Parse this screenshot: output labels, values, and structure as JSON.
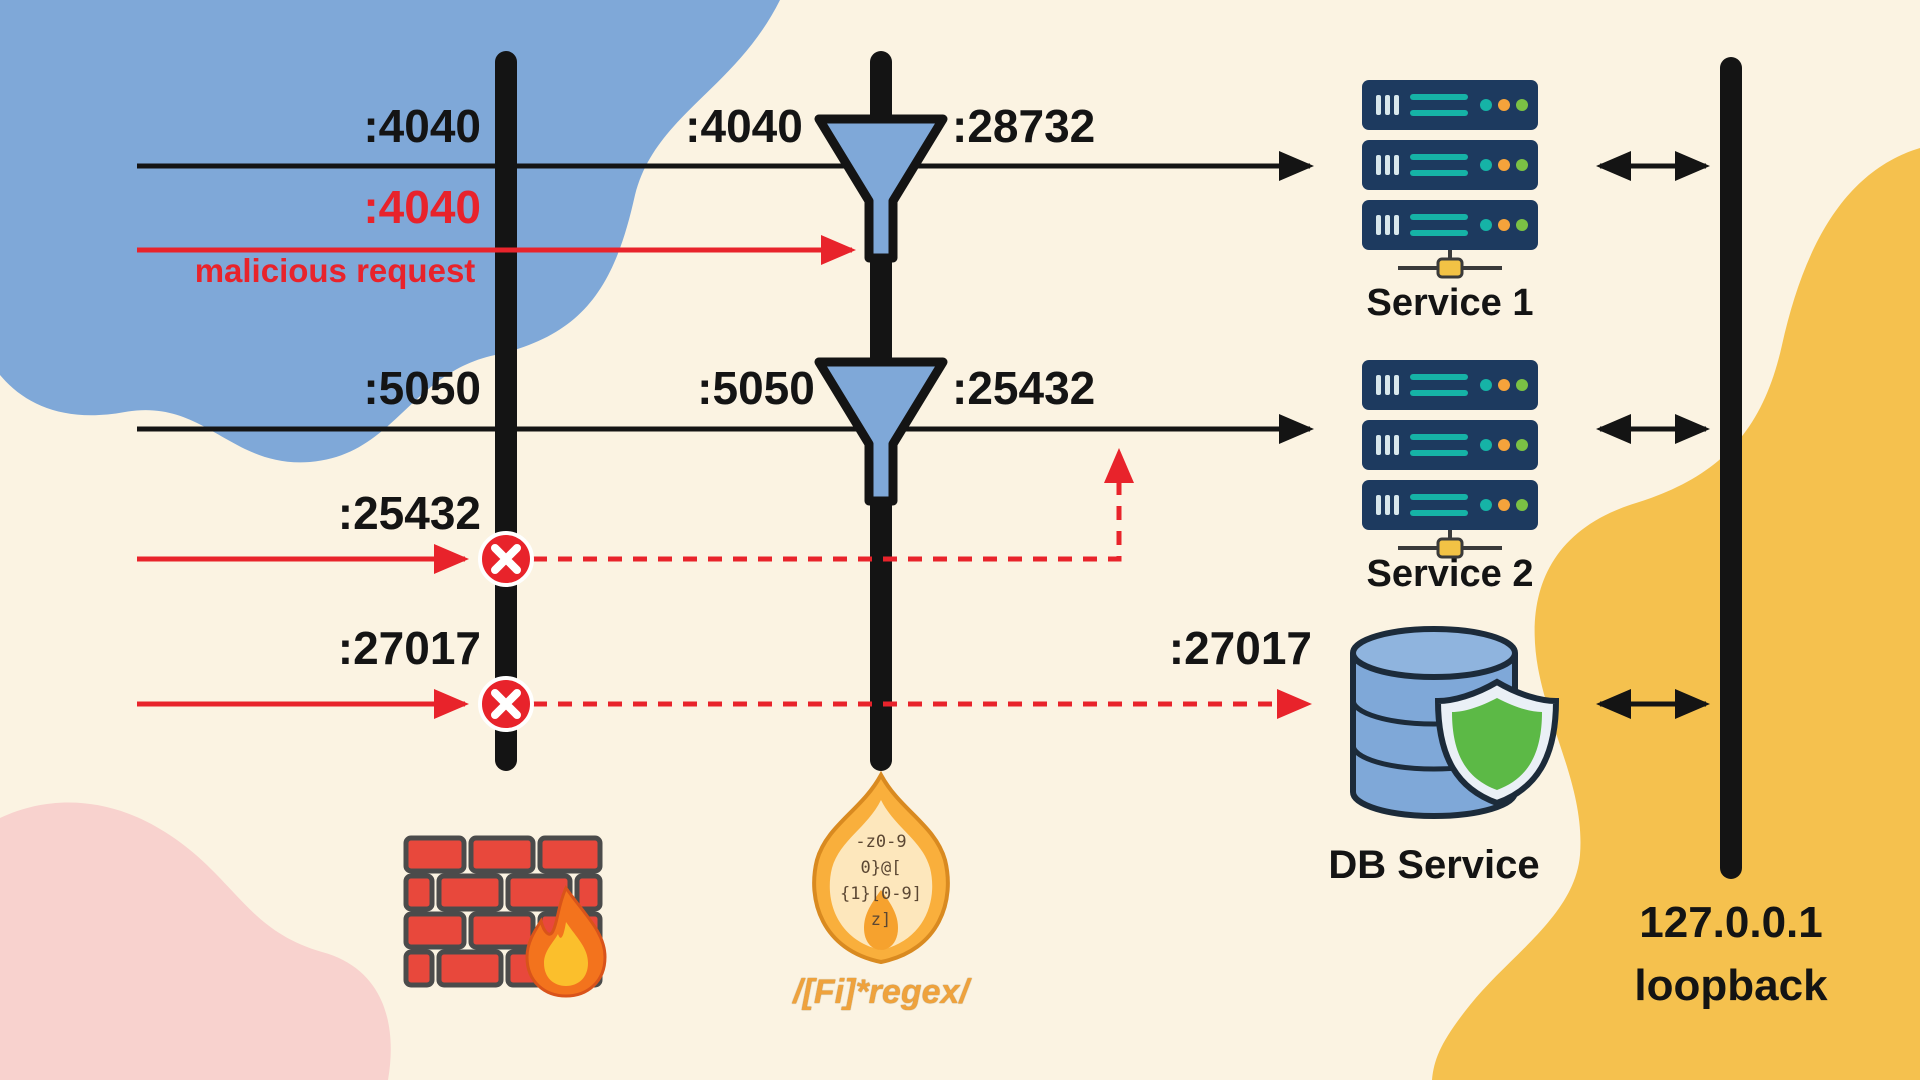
{
  "colors": {
    "background": "#FBF3E2",
    "blob_blue": "#7FA8D8",
    "blob_pink": "#F8D2CE",
    "blob_orange": "#F5C14E",
    "line": "#141414",
    "alert_red": "#E8232B",
    "server_navy": "#1D3A5F",
    "server_teal": "#16B3A6",
    "shield_green": "#5CB946",
    "regex_orange": "#EFA23C"
  },
  "flows": {
    "web": {
      "left": ":4040",
      "mid": ":4040",
      "right": ":28732"
    },
    "malicious": {
      "port": ":4040",
      "label": "malicious request"
    },
    "app": {
      "left": ":5050",
      "mid": ":5050",
      "right": ":25432"
    },
    "blocked_25432": {
      "port": ":25432"
    },
    "blocked_27017": {
      "left": ":27017",
      "right": ":27017"
    }
  },
  "nodes": {
    "service1": {
      "label": "Service 1"
    },
    "service2": {
      "label": "Service 2"
    },
    "db": {
      "label": "DB Service"
    },
    "loopback": {
      "line1": "127.0.0.1",
      "line2": "loopback"
    },
    "regex_filter": {
      "label": "/[Fi]*regex/",
      "flame_text": [
        "-z0-9",
        "0}@[",
        "{1}[0-9]",
        "z]"
      ]
    }
  }
}
